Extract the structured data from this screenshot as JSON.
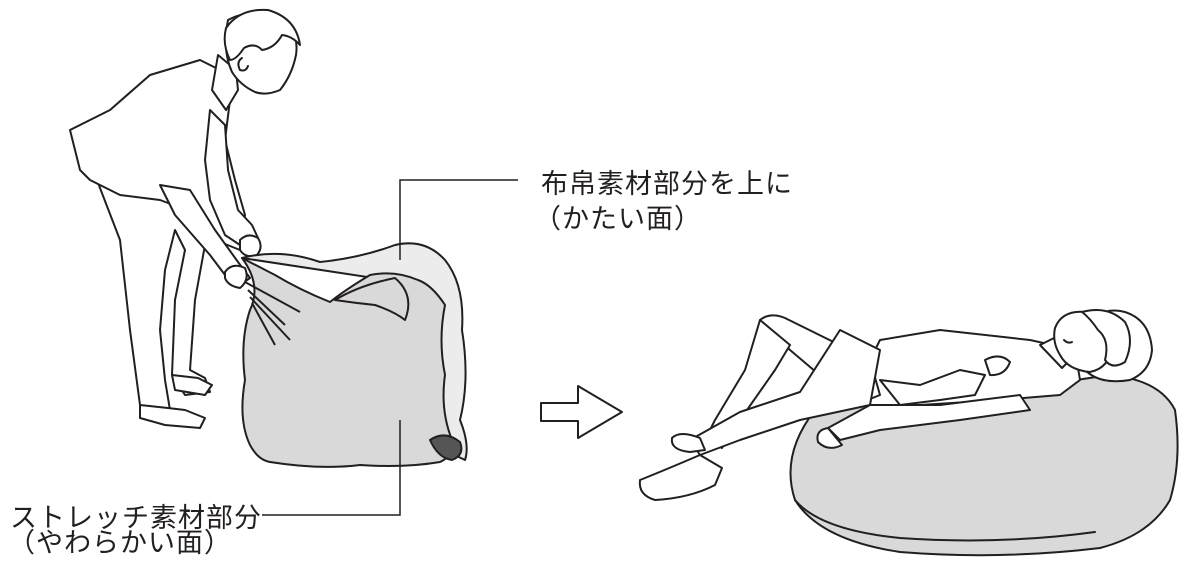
{
  "labels": {
    "top_line1": "布帛素材部分を上に",
    "top_line2": "（かたい面）",
    "bottom_line1": "ストレッチ素材部分",
    "bottom_line2": "（やわらかい面）"
  },
  "colors": {
    "line": "#231f20",
    "fill": "#d9d9d9",
    "background": "#ffffff"
  },
  "icons": {
    "arrow": "right-hollow-arrow-icon"
  }
}
